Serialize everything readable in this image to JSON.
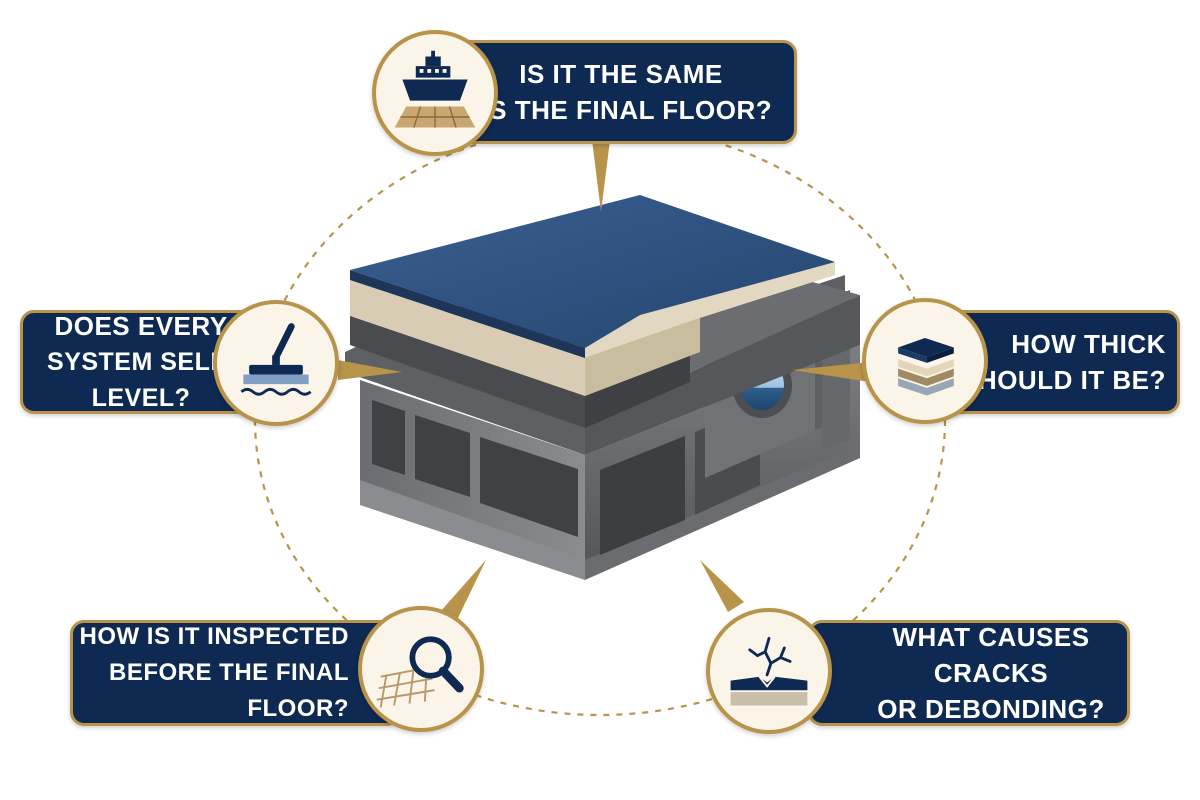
{
  "questions": {
    "top": {
      "line1": "IS IT THE SAME",
      "line2": "AS THE FINAL FLOOR?",
      "icon": "ship-deck-icon"
    },
    "left": {
      "line1": "DOES EVERY",
      "line2": "SYSTEM SELF-LEVEL?",
      "icon": "trowel-icon"
    },
    "right": {
      "line1": "HOW THICK",
      "line2": "SHOULD IT BE?",
      "icon": "layers-icon"
    },
    "bottom_left": {
      "line1": "HOW IS IT INSPECTED",
      "line2": "BEFORE THE FINAL FLOOR?",
      "icon": "magnifier-grid-icon"
    },
    "bottom_right": {
      "line1": "WHAT CAUSES CRACKS",
      "line2": "OR DEBONDING?",
      "icon": "crack-icon"
    }
  },
  "colors": {
    "navy": "#0e2a52",
    "gold": "#b8934a",
    "badge_bg": "#fbf5e9",
    "steel": "#6e7073",
    "screed": "#d8cdb4",
    "top_coat": "#2c4f7c"
  }
}
